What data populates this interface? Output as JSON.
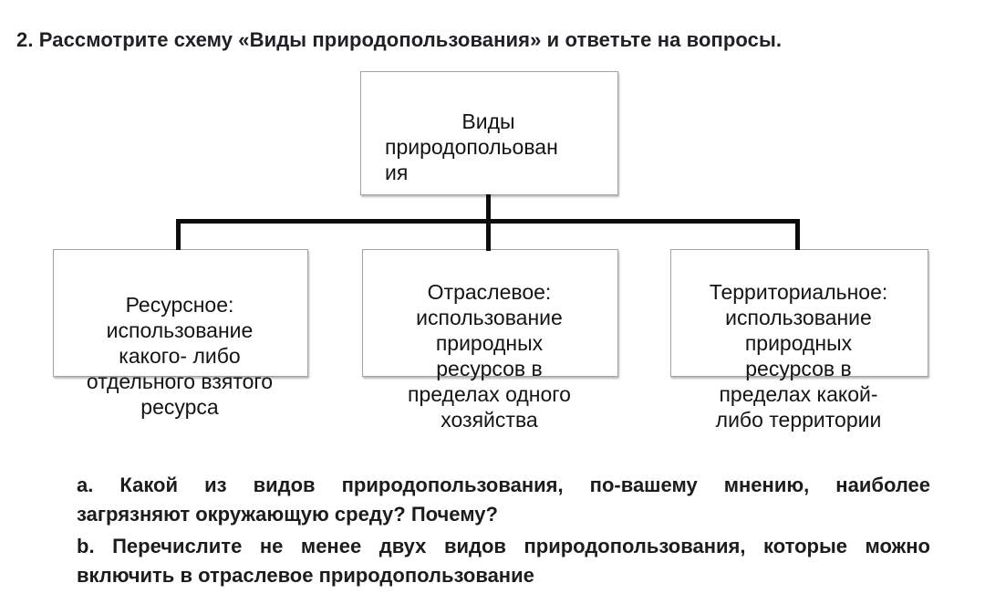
{
  "page": {
    "title": "2. Рассмотрите схему «Виды природопользования» и ответьте на вопросы."
  },
  "diagram": {
    "root": {
      "label": "Виды природопольован ия",
      "lines": [
        "Виды",
        "природопольован",
        "ия"
      ]
    },
    "children": [
      {
        "label": "Ресурсное: использование какого- либо отдельного взятого ресурса",
        "lines": [
          "Ресурсное:",
          "использование",
          "какого- либо",
          "отдельного взятого",
          "ресурса"
        ]
      },
      {
        "label": "Отраслевое: использование природных ресурсов в пределах одного хозяйства",
        "lines": [
          "Отраслевое:",
          "использование",
          "природных",
          "ресурсов в",
          "пределах одного",
          "хозяйства"
        ]
      },
      {
        "label": "Территориальное: использование природных ресурсов в пределах какой-либо территории",
        "lines": [
          "Территориальное:",
          "использование",
          "природных",
          "ресурсов в",
          "пределах какой-",
          "либо территории"
        ]
      }
    ]
  },
  "questions": {
    "a": {
      "lines": [
        "a. Какой из видов природопользования, по-вашему мнению, наиболее",
        "загрязняют окружающую среду? Почему?"
      ]
    },
    "b": {
      "lines": [
        "b. Перечислите не менее двух видов природопользования, которые можно",
        "включить в отраслевое природопользование"
      ]
    }
  },
  "colors": {
    "background": "#ffffff",
    "text": "#1c1c1c",
    "box_border": "#a3a3a3",
    "box_shadow": "rgba(0,0,0,0.28)",
    "connector": "#0d0d0d"
  }
}
